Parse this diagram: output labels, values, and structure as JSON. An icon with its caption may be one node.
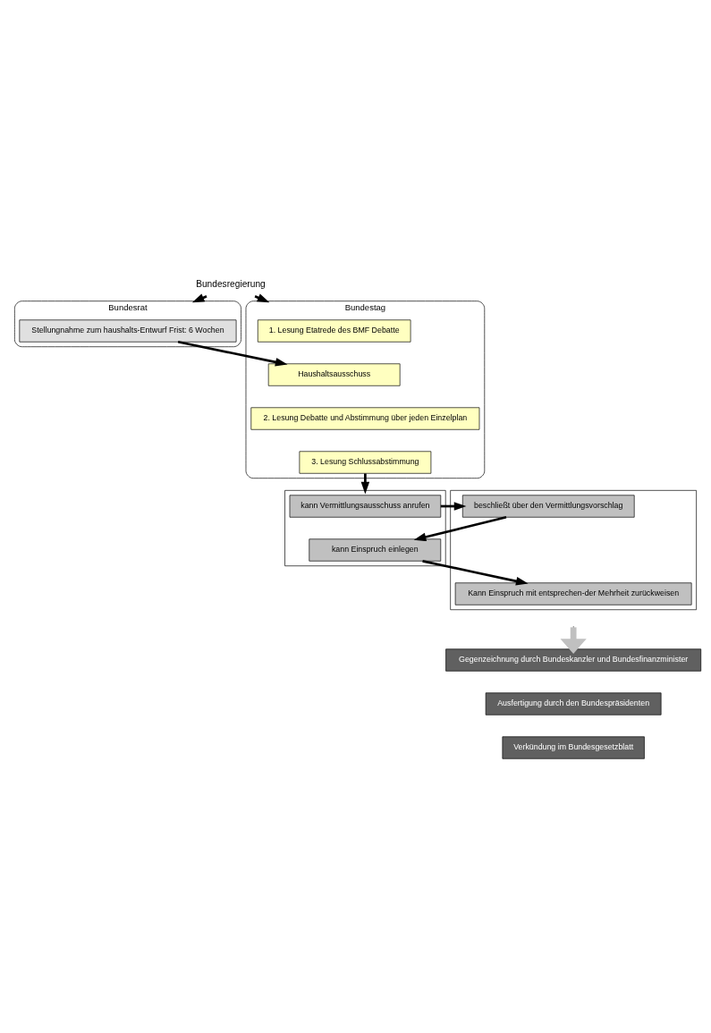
{
  "diagram": {
    "nodes": [
      {
        "text": [
          "Bundesregierung"
        ]
      },
      {
        "text": [
          "Bundesrat"
        ]
      },
      {
        "text": [
          "Stellungnahme zum haushalts-Entwurf Frist: 6 Wochen"
        ],
        "in": 1
      },
      {
        "text": [
          "Bundestag"
        ]
      },
      {
        "text": [
          "1. Lesung Etatrede des BMF Debatte"
        ],
        "in": 3
      },
      {
        "text": [
          "Haushaltsausschuss"
        ],
        "in": 3
      },
      {
        "text": [
          "2. Lesung Debatte und Abstimmung über jeden Einzelplan"
        ],
        "in": 3
      },
      {
        "text": [
          "3. Lesung Schlussabstimmung"
        ],
        "in": 3
      },
      {
        "text": [],
        "shape": "box"
      },
      {
        "text": [
          "kann Vermittlungsausschuss anrufen"
        ],
        "in": 8
      },
      {
        "text": [
          "kann Einspruch einlegen"
        ],
        "in": 8
      },
      {
        "text": [],
        "shape": "box"
      },
      {
        "text": [
          "beschließt über den Vermittlungsvorschlag"
        ],
        "in": 11
      },
      {
        "text": [
          "Kann Einspruch mit entsprechen-der Mehrheit zurückweisen"
        ],
        "in": 11
      },
      {
        "text": [
          "Gegenzeichnung durch Bundeskanzler und Bundesfinanzminister"
        ]
      },
      {
        "text": [
          "Ausfertigung durch den Bundespräsidenten"
        ]
      },
      {
        "text": [
          "Verkündung im Bundesgesetzblatt"
        ]
      }
    ],
    "edges": [
      {
        "from": 0,
        "to": 1,
        "arrow": "to"
      },
      {
        "from": 0,
        "to": 3,
        "arrow": "to"
      },
      {
        "from": 2,
        "to": 5,
        "arrow": "to"
      },
      {
        "from": 7,
        "to": 8,
        "arrow": "to"
      },
      {
        "from": 9,
        "to": 12,
        "arrow": "to"
      },
      {
        "from": 12,
        "to": 10,
        "arrow": "to"
      },
      {
        "from": 10,
        "to": 13,
        "arrow": "to"
      },
      {
        "from": null,
        "to": 14,
        "arrow": "to",
        "style": "thick",
        "color": "#c0c0c0"
      }
    ]
  }
}
